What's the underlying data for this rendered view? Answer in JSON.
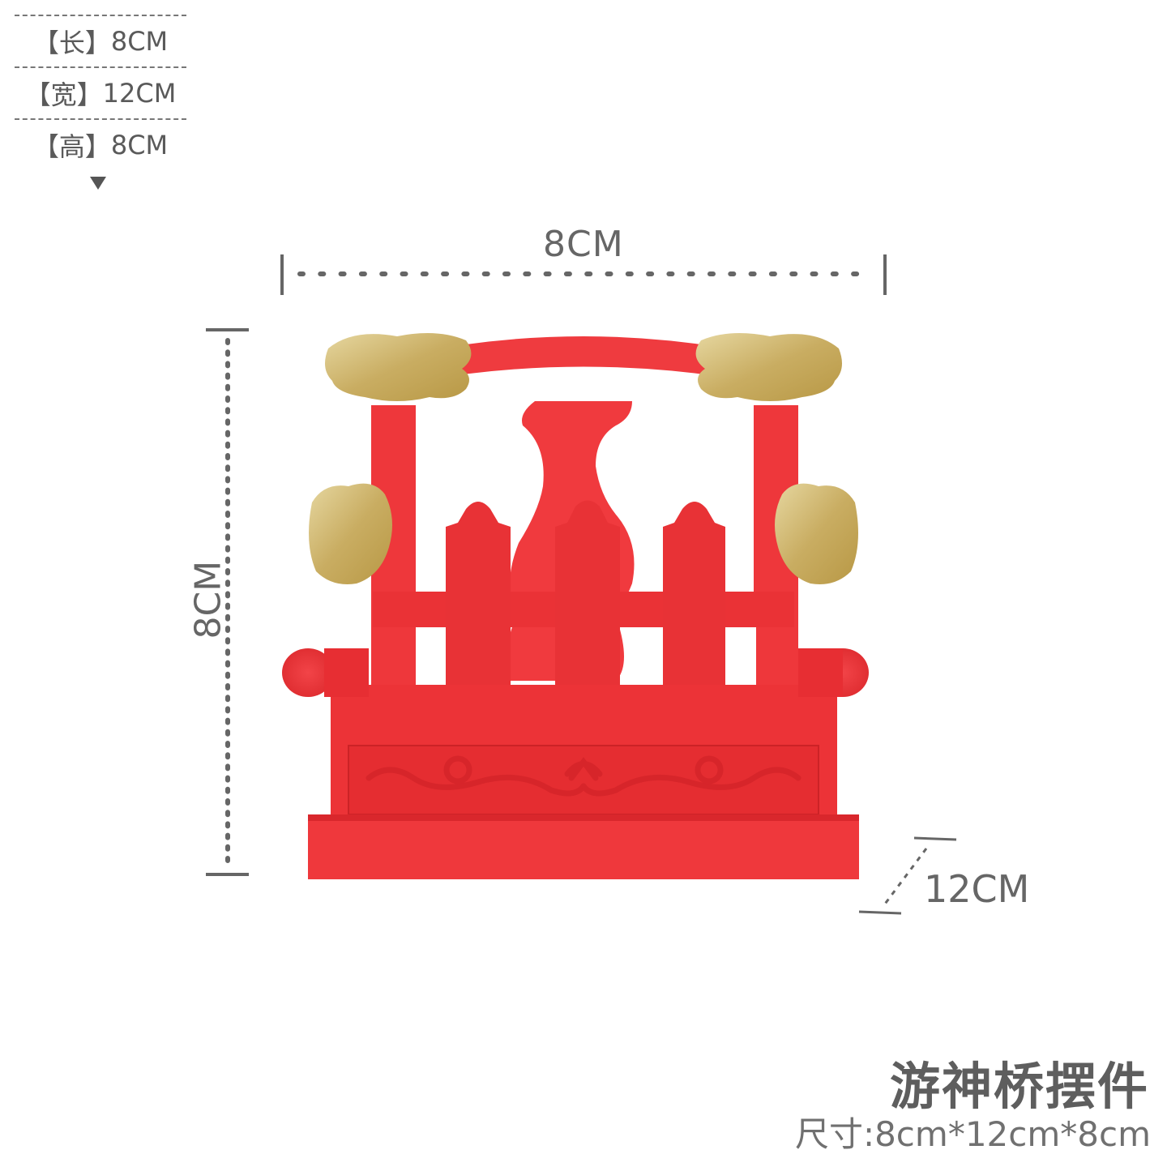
{
  "spec_table": {
    "rows": [
      {
        "label": "【长】",
        "value": "8CM"
      },
      {
        "label": "【宽】",
        "value": "12CM"
      },
      {
        "label": "【高】",
        "value": "8CM"
      }
    ],
    "arrow_icon": "down-triangle-icon"
  },
  "dimensions": {
    "width_label": "8CM",
    "height_label": "8CM",
    "depth_label": "12CM"
  },
  "product": {
    "name": "游神桥摆件",
    "size_text": "尺寸:8cm*12cm*8cm",
    "colors": {
      "body_red": "#ee3a3d",
      "dark_red": "#d8262b",
      "gold": "#c9b06a",
      "gold_light": "#e3d29a",
      "annotation_gray": "#666666"
    }
  }
}
